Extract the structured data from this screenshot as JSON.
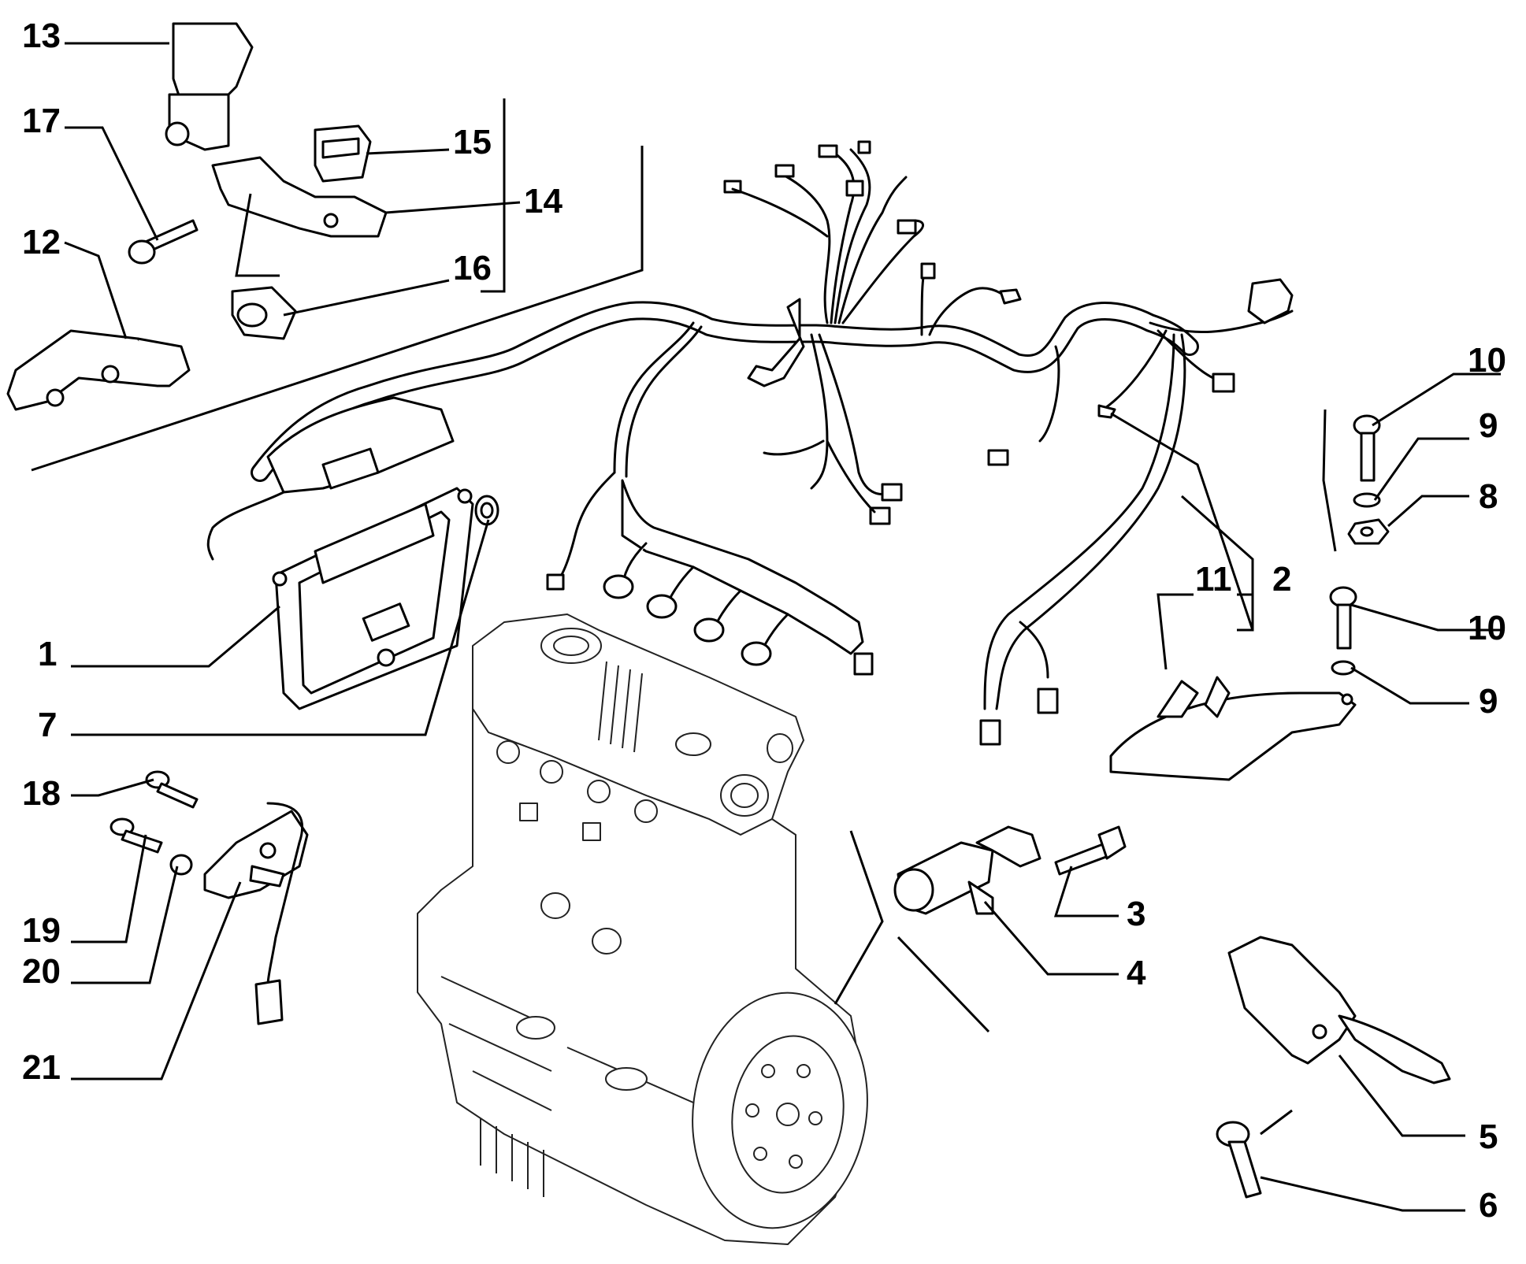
{
  "callouts": [
    {
      "id": "1",
      "label": "1"
    },
    {
      "id": "2",
      "label": "2"
    },
    {
      "id": "3",
      "label": "3"
    },
    {
      "id": "4",
      "label": "4"
    },
    {
      "id": "5",
      "label": "5"
    },
    {
      "id": "6",
      "label": "6"
    },
    {
      "id": "7",
      "label": "7"
    },
    {
      "id": "8",
      "label": "8"
    },
    {
      "id": "9a",
      "label": "9"
    },
    {
      "id": "9b",
      "label": "9"
    },
    {
      "id": "10a",
      "label": "10"
    },
    {
      "id": "10b",
      "label": "10"
    },
    {
      "id": "11",
      "label": "11"
    },
    {
      "id": "12",
      "label": "12"
    },
    {
      "id": "13",
      "label": "13"
    },
    {
      "id": "14",
      "label": "14"
    },
    {
      "id": "15",
      "label": "15"
    },
    {
      "id": "16",
      "label": "16"
    },
    {
      "id": "17",
      "label": "17"
    },
    {
      "id": "18",
      "label": "18"
    },
    {
      "id": "19",
      "label": "19"
    },
    {
      "id": "20",
      "label": "20"
    },
    {
      "id": "21",
      "label": "21"
    }
  ]
}
